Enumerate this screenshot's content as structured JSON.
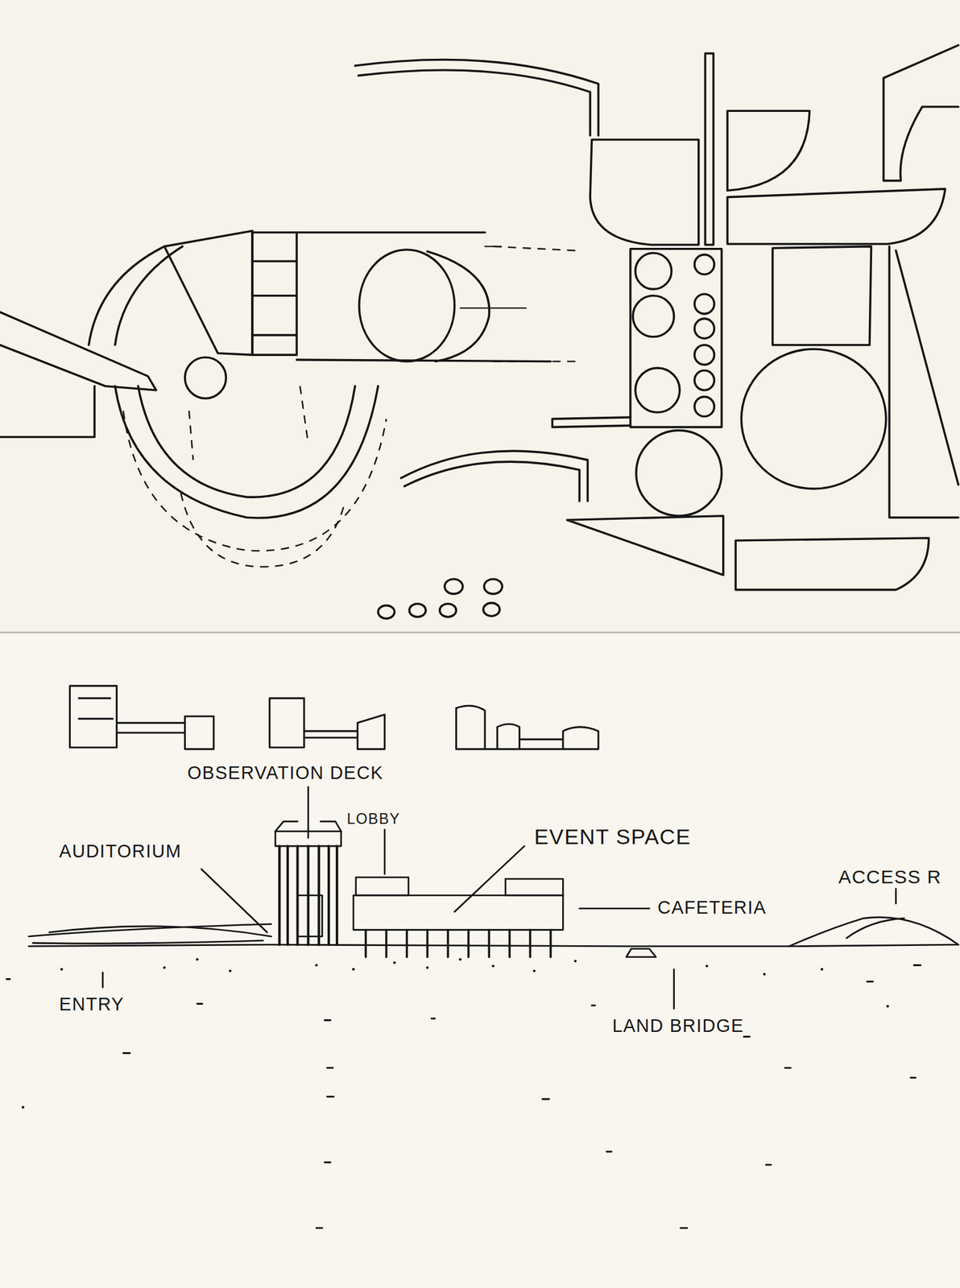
{
  "diagram": {
    "labels": [
      "OBSERVATION DECK",
      "LOBBY",
      "AUDITORIUM",
      "EVENT SPACE",
      "CAFETERIA",
      "ACCESS R",
      "ENTRY",
      "LAND BRIDGE"
    ]
  }
}
